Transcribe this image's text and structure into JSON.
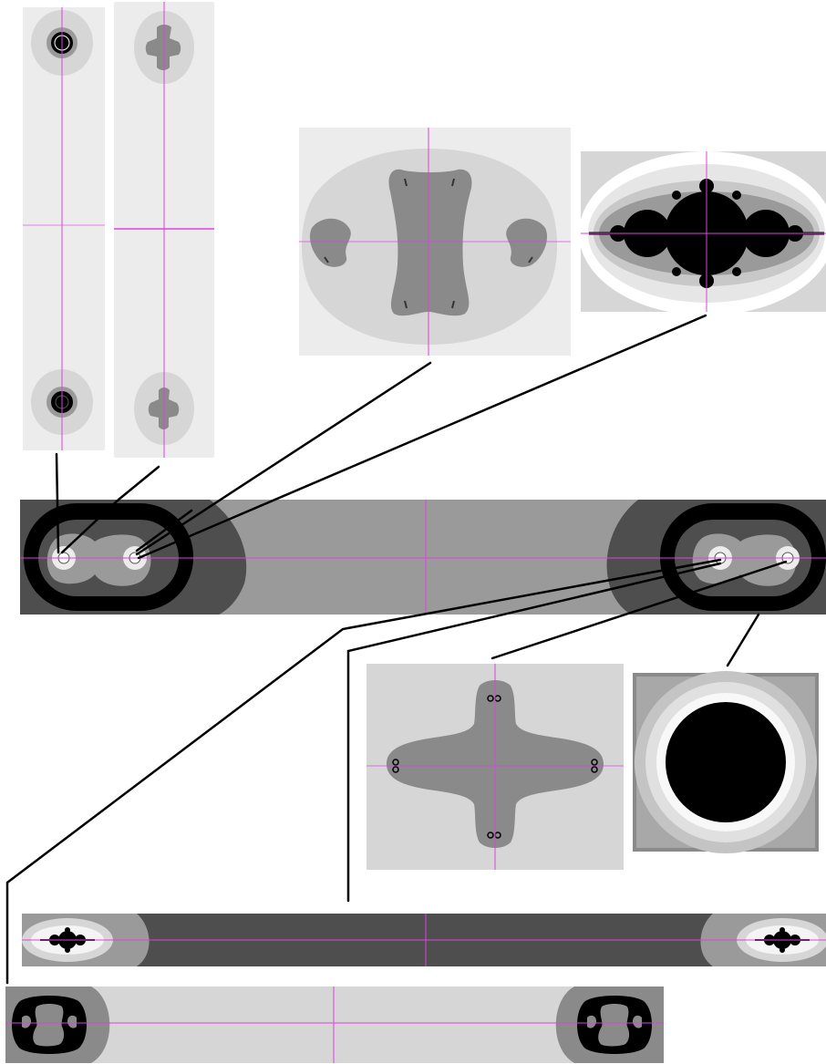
{
  "palette": {
    "background": "#ffffff",
    "very_light_gray": "#ececec",
    "light_gray": "#d6d6d6",
    "mid_gray": "#9a9a9a",
    "gray": "#8a8a8a",
    "dark_gray": "#4e4e4e",
    "black": "#000000",
    "white_ring": "#f4f4f4",
    "axis_magenta": "#e040e0",
    "connector": "#000000"
  },
  "panels": [
    "overview-strip",
    "zoom-tall-dots",
    "zoom-tall-crosses",
    "zoom-bone-shape",
    "zoom-mandelbrot-like",
    "zoom-cross-shape",
    "zoom-black-disk",
    "zoom-wide-dark-strip",
    "zoom-wide-light-strip"
  ]
}
